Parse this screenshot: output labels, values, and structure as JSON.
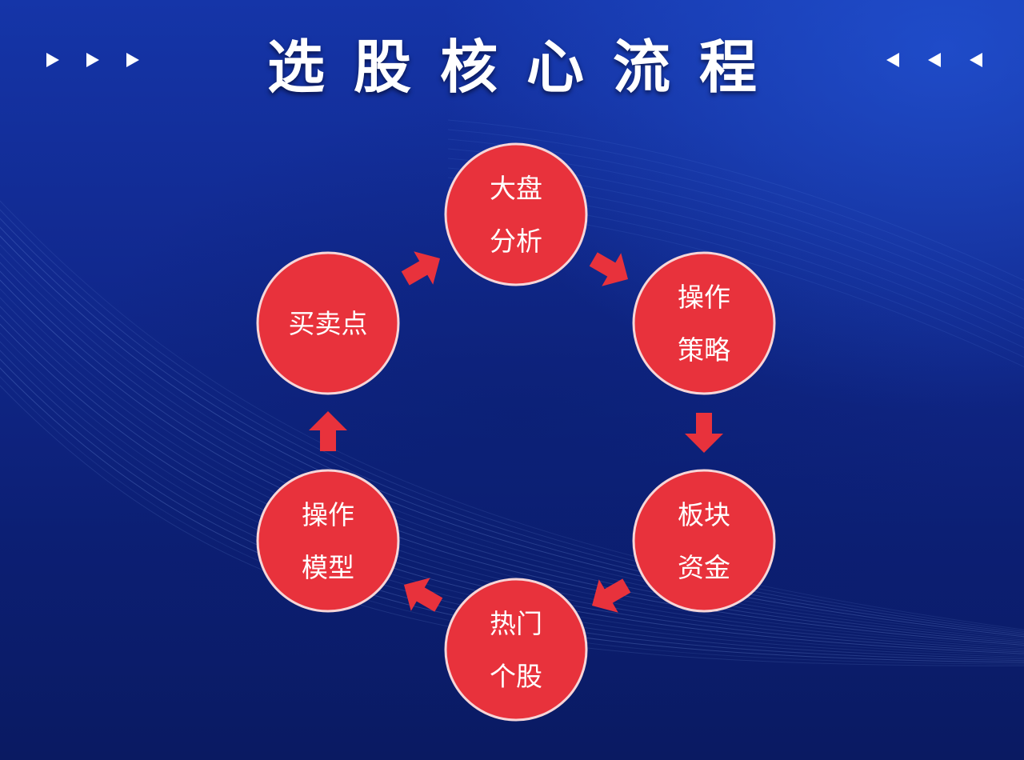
{
  "title": "选股核心流程",
  "colors": {
    "node_fill": "#e8323c",
    "node_stroke": "#f6d6d8",
    "arrow_fill": "#e8323c",
    "title_text": "#ffffff",
    "background": "#11298f"
  },
  "title_decor": {
    "left_marker_icon": "triangle-right-icon",
    "right_marker_icon": "triangle-left-icon"
  },
  "nodes": [
    {
      "id": "market-analysis",
      "lines": [
        "大盘",
        "分析"
      ]
    },
    {
      "id": "operation-strategy",
      "lines": [
        "操作",
        "策略"
      ]
    },
    {
      "id": "sector-capital",
      "lines": [
        "板块",
        "资金"
      ]
    },
    {
      "id": "hot-stocks",
      "lines": [
        "热门",
        "个股"
      ]
    },
    {
      "id": "operation-model",
      "lines": [
        "操作",
        "模型"
      ]
    },
    {
      "id": "buy-sell-points",
      "lines": [
        "买卖点"
      ]
    }
  ],
  "flow": [
    {
      "from": "market-analysis",
      "to": "operation-strategy"
    },
    {
      "from": "operation-strategy",
      "to": "sector-capital"
    },
    {
      "from": "sector-capital",
      "to": "hot-stocks"
    },
    {
      "from": "hot-stocks",
      "to": "operation-model"
    },
    {
      "from": "operation-model",
      "to": "buy-sell-points"
    },
    {
      "from": "buy-sell-points",
      "to": "market-analysis"
    }
  ]
}
